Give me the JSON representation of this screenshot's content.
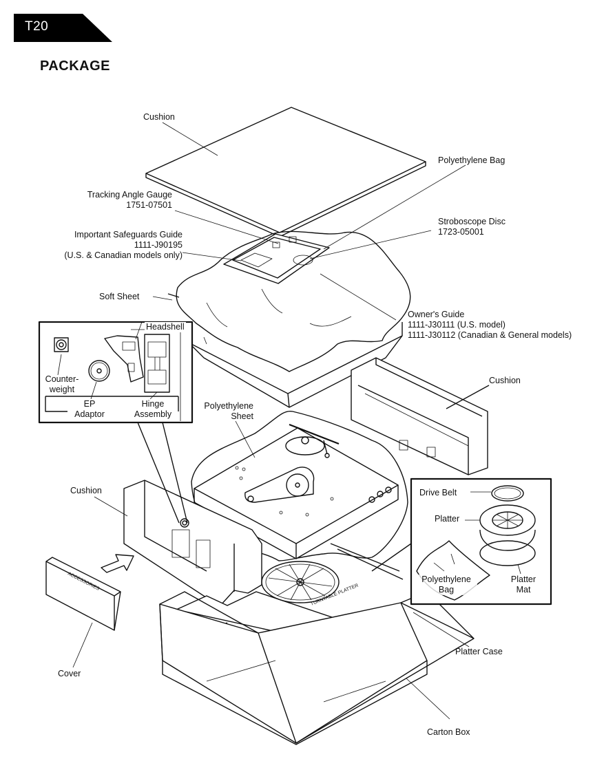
{
  "page": {
    "section_tab": "T20",
    "title": "PACKAGE"
  },
  "labels": {
    "cushion_top": "Cushion",
    "polyethylene_bag": "Polyethylene Bag",
    "tracking_gauge": "Tracking Angle Gauge",
    "tracking_gauge_part": "1751-07501",
    "safeguards_guide": "Important Safeguards Guide",
    "safeguards_guide_part": "1111-J90195",
    "safeguards_guide_note": "(U.S. & Canadian models only)",
    "stroboscope_disc": "Stroboscope Disc",
    "stroboscope_disc_part": "1723-05001",
    "soft_sheet": "Soft Sheet",
    "owners_guide": "Owner's Guide",
    "owners_guide_us": "1111-J30111 (U.S. model)",
    "owners_guide_general": "1111-J30112 (Canadian & General models)",
    "cushion_right": "Cushion",
    "polyethylene_sheet": "Polyethylene Sheet",
    "cushion_left": "Cushion",
    "platter_case": "Platter Case",
    "carton_box": "Carton Box",
    "cover": "Cover",
    "cover_print": "ACCESSORIES",
    "platter_case_print": "TURNTABLE PLATTER"
  },
  "accessory_inset": {
    "headshell": "Headshell",
    "counterweight": "Counter-weight",
    "ep_adaptor_line1": "EP",
    "ep_adaptor_line2": "Adaptor",
    "hinge_line1": "Hinge",
    "hinge_line2": "Assembly"
  },
  "platter_inset": {
    "drive_belt": "Drive Belt",
    "platter": "Platter",
    "polyethylene_bag_line1": "Polyethylene",
    "polyethylene_bag_line2": "Bag",
    "platter_mat_line1": "Platter",
    "platter_mat_line2": "Mat"
  }
}
